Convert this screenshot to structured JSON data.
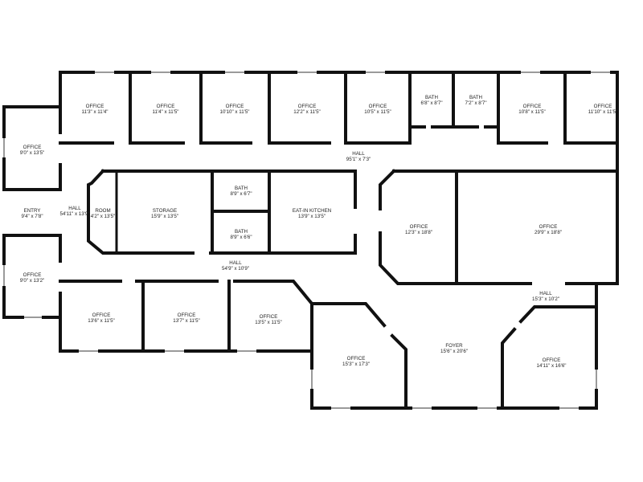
{
  "floor_plan": {
    "colors": {
      "wall": "#111111",
      "window": "#9a9a9a",
      "background": "#ffffff"
    },
    "rooms": [
      {
        "name": "OFFICE",
        "dim": "11'3\" x 11'4\""
      },
      {
        "name": "OFFICE",
        "dim": "11'4\" x 11'5\""
      },
      {
        "name": "OFFICE",
        "dim": "10'10\" x 11'5\""
      },
      {
        "name": "OFFICE",
        "dim": "12'2\" x 11'5\""
      },
      {
        "name": "OFFICE",
        "dim": "10'5\" x 11'5\""
      },
      {
        "name": "BATH",
        "dim": "6'8\" x 8'7\""
      },
      {
        "name": "BATH",
        "dim": "7'2\" x 8'7\""
      },
      {
        "name": "OFFICE",
        "dim": "10'8\" x 11'5\""
      },
      {
        "name": "OFFICE",
        "dim": "11'10\" x 11'5\""
      },
      {
        "name": "OFFICE",
        "dim": "9'0\" x 13'5\""
      },
      {
        "name": "HALL",
        "dim": "95'1\" x 7'3\""
      },
      {
        "name": "ENTRY",
        "dim": "9'4\" x 7'8\""
      },
      {
        "name": "HALL",
        "dim": "54'11\" x 13'9\""
      },
      {
        "name": "ROOM",
        "dim": "4'2\" x 13'5\""
      },
      {
        "name": "STORAGE",
        "dim": "15'9\" x 13'5\""
      },
      {
        "name": "BATH",
        "dim": "8'9\" x 6'7\""
      },
      {
        "name": "BATH",
        "dim": "8'9\" x 6'6\""
      },
      {
        "name": "EAT-IN KITCHEN",
        "dim": "13'9\" x 13'5\""
      },
      {
        "name": "OFFICE",
        "dim": "12'3\" x 18'8\""
      },
      {
        "name": "OFFICE",
        "dim": "29'9\" x 18'8\""
      },
      {
        "name": "OFFICE",
        "dim": "9'0\" x 13'2\""
      },
      {
        "name": "HALL",
        "dim": "54'9\" x 10'9\""
      },
      {
        "name": "HALL",
        "dim": "15'3\" x 10'2\""
      },
      {
        "name": "OFFICE",
        "dim": "13'6\" x 11'5\""
      },
      {
        "name": "OFFICE",
        "dim": "13'7\" x 11'5\""
      },
      {
        "name": "OFFICE",
        "dim": "13'5\" x 11'5\""
      },
      {
        "name": "OFFICE",
        "dim": "15'3\" x 17'3\""
      },
      {
        "name": "FOYER",
        "dim": "15'6\" x 20'6\""
      },
      {
        "name": "OFFICE",
        "dim": "14'11\" x 16'6\""
      }
    ]
  }
}
